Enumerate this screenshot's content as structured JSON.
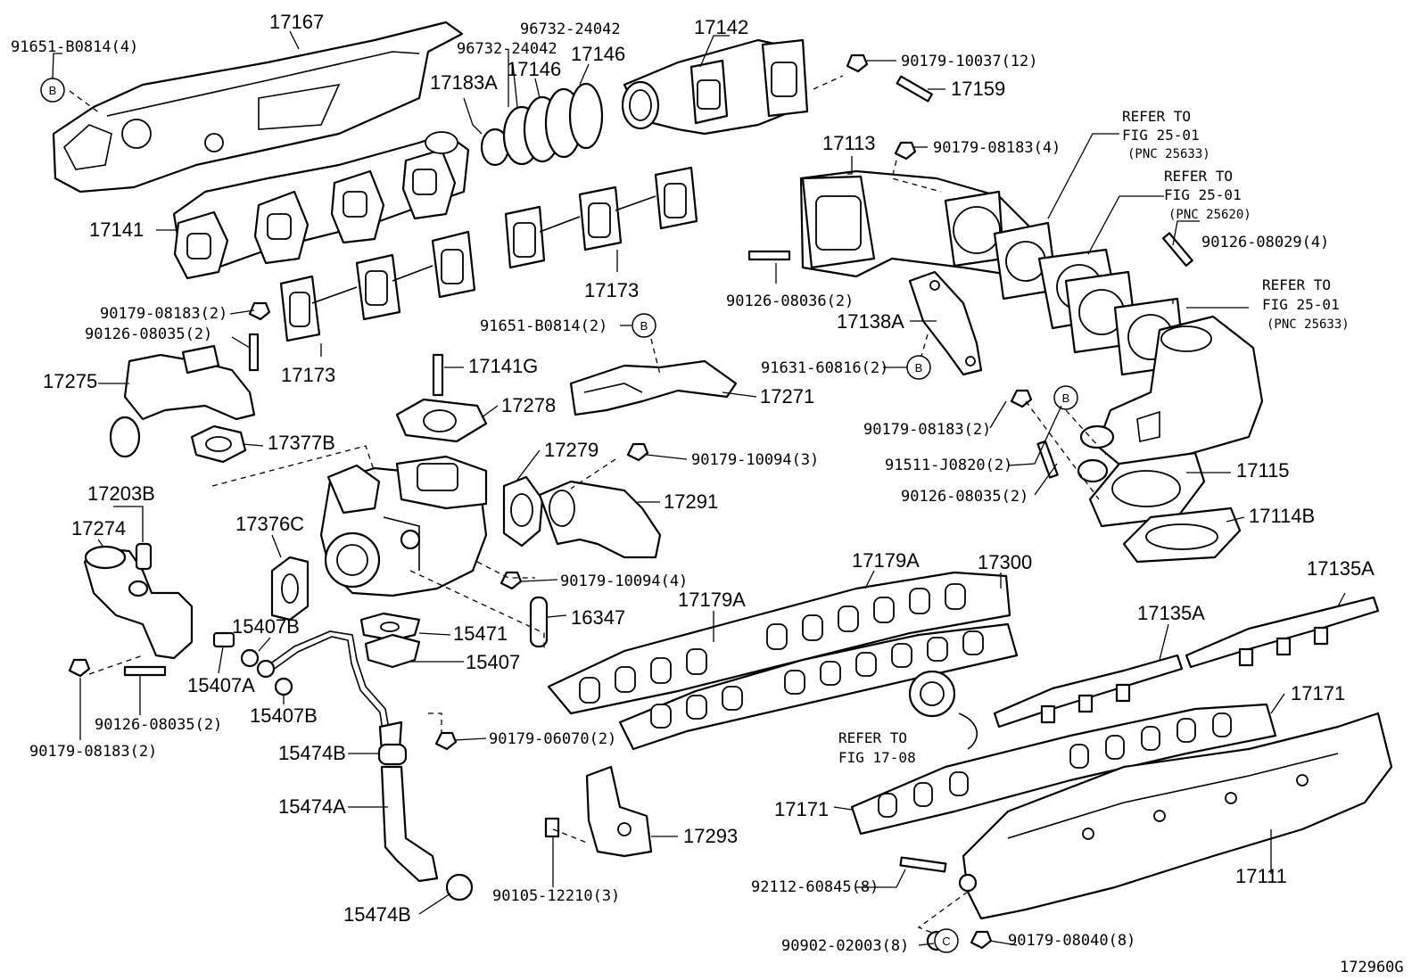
{
  "figure_id": "172960G",
  "markers": {
    "b": "B",
    "c": "C"
  },
  "labels": {
    "p17167": "17167",
    "p91651_b0814_4": "91651-B0814(4)",
    "p96732_a": "96732-24042",
    "p96732_b": "96732-24042",
    "p17183a": "17183A",
    "p17146_a": "17146",
    "p17146_b": "17146",
    "p17142": "17142",
    "p90179_10037": "90179-10037(12)",
    "p17159": "17159",
    "p17113": "17113",
    "p90179_08183_4": "90179-08183(4)",
    "p17141": "17141",
    "p17173_a": "17173",
    "p17173_b": "17173",
    "p90126_08036": "90126-08036(2)",
    "p90126_08029": "90126-08029(4)",
    "p17138a": "17138A",
    "p91631_60816": "91631-60816(2)",
    "p91651_b0814_2": "91651-B0814(2)",
    "p90179_08183_2a": "90179-08183(2)",
    "p90126_08035_2a": "90126-08035(2)",
    "p17275": "17275",
    "p17141g": "17141G",
    "p17278": "17278",
    "p17271": "17271",
    "p90179_08183_2b": "90179-08183(2)",
    "p91511_j0820": "91511-J0820(2)",
    "p90126_08035_2b": "90126-08035(2)",
    "p17115": "17115",
    "p17114b": "17114B",
    "p17377b": "17377B",
    "p17279": "17279",
    "p90179_10094_3": "90179-10094(3)",
    "p17291": "17291",
    "p17203b": "17203B",
    "p17274": "17274",
    "p17376c": "17376C",
    "p17179a_a": "17179A",
    "p17179a_b": "17179A",
    "p17300": "17300",
    "p17135a_a": "17135A",
    "p17135a_b": "17135A",
    "p90179_10094_4": "90179-10094(4)",
    "p15407b_a": "15407B",
    "p16347": "16347",
    "p15471": "15471",
    "p15407": "15407",
    "p15407a": "15407A",
    "p15407b_b": "15407B",
    "p17171_a": "17171",
    "p17171_b": "17171",
    "p90126_08035_2c": "90126-08035(2)",
    "p90179_08183_2c": "90179-08183(2)",
    "p90179_06070": "90179-06070(2)",
    "p15474b_a": "15474B",
    "p15474a": "15474A",
    "p15474b_b": "15474B",
    "p17293": "17293",
    "p90105_12210": "90105-12210(3)",
    "p92112_60845": "92112-60845(8)",
    "p17111": "17111",
    "p90902_02003": "90902-02003(8)",
    "p90179_08040": "90179-08040(8)"
  },
  "refs": [
    {
      "line1": "REFER TO",
      "line2": "FIG 25-01",
      "pnc": "(PNC 25633)"
    },
    {
      "line1": "REFER TO",
      "line2": "FIG 25-01",
      "pnc": "(PNC 25620)"
    },
    {
      "line1": "REFER TO",
      "line2": "FIG 25-01",
      "pnc": "(PNC 25633)"
    },
    {
      "line1": "REFER TO",
      "line2": "FIG 17-08"
    }
  ]
}
